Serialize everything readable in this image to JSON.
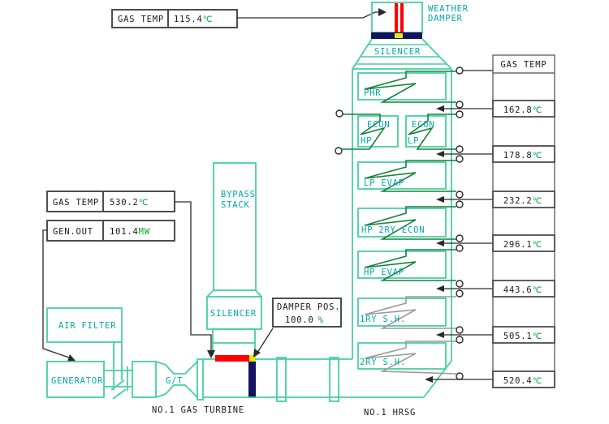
{
  "units": {
    "gas_turbine_title": "NO.1 GAS TURBINE",
    "hrsg_title": "NO.1 HRSG"
  },
  "indicator_boxes": {
    "stack_gas_temp": {
      "label": "GAS TEMP",
      "value": "115.4",
      "unit": "℃"
    },
    "exhaust_gas_temp": {
      "label": "GAS TEMP",
      "value": "530.2",
      "unit": "℃"
    },
    "gen_out": {
      "label": "GEN.OUT",
      "value": "101.4",
      "unit": "MW"
    },
    "damper_pos": {
      "label": "DAMPER POS.",
      "value": "100.0",
      "unit": "%"
    }
  },
  "equipment_labels": {
    "weather_damper_line1": "WEATHER",
    "weather_damper_line2": "DAMPER",
    "silencer_top": "SILENCER",
    "bypass_stack_line1": "BYPASS",
    "bypass_stack_line2": "STACK",
    "silencer_bypass": "SILENCER",
    "air_filter": "AIR FILTER",
    "generator": "GENERATOR",
    "gas_turbine": "G/T"
  },
  "hrsg_exchangers": [
    {
      "name": "PHR"
    },
    {
      "name": "ECON",
      "sub": "HP"
    },
    {
      "name": "ECON",
      "sub": "LP"
    },
    {
      "name": "LP EVAP"
    },
    {
      "name": "HP 2RY ECON"
    },
    {
      "name": "HP EVAP"
    },
    {
      "name": "1RY S.H."
    },
    {
      "name": "2RY S.H."
    }
  ],
  "gas_temp_column": {
    "header": "GAS TEMP",
    "unit": "℃",
    "values": [
      "162.8",
      "178.8",
      "232.2",
      "296.1",
      "443.6",
      "505.1",
      "520.4"
    ]
  },
  "colors": {
    "equipment_line": "#45cfa2",
    "equipment_label": "#00a8a8",
    "value_text": "#1a1a1a",
    "unit_text": "#00a838",
    "coil_green": "#148238",
    "coil_gray": "#9a9a9a",
    "damper_red": "#ff0000",
    "damper_navy": "#131360",
    "actuator_yellow": "#e8ec00",
    "wire_black": "#2a2a2a"
  }
}
